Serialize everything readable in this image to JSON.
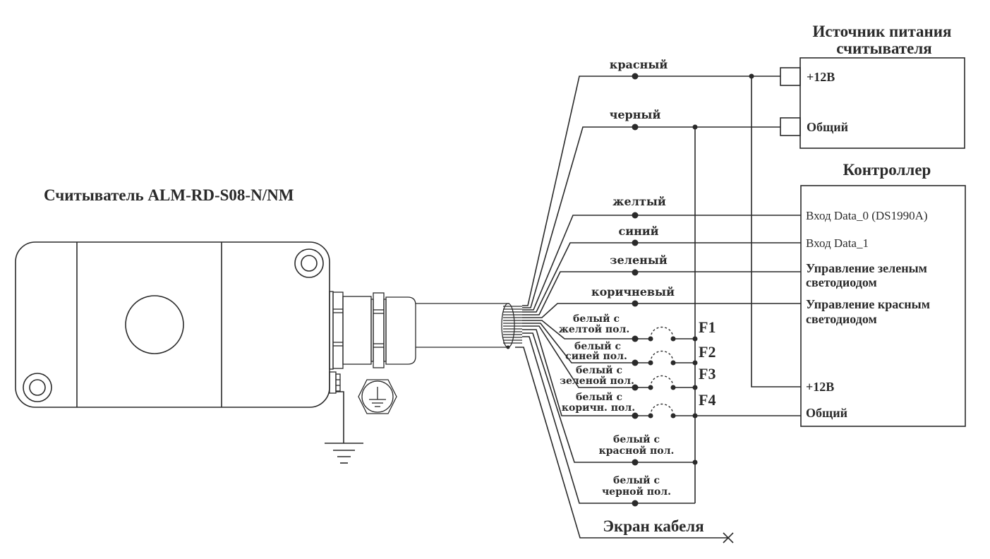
{
  "reader": {
    "title": "Считыватель ALM-RD-S08-N/NM"
  },
  "power_supply": {
    "title_line1": "Источник питания",
    "title_line2": "считывателя",
    "terminals": [
      "+12В",
      "Общий"
    ]
  },
  "controller": {
    "title": "Контроллер",
    "terminals": [
      "Вход Data_0 (DS1990A)",
      "Вход Data_1",
      "Управление зеленым",
      "светодиодом",
      "Управление красным",
      "светодиодом",
      "+12В",
      "Общий"
    ]
  },
  "wires": {
    "red": "красный",
    "black": "черный",
    "yellow": "желтый",
    "blue": "синий",
    "green": "зеленый",
    "brown": "коричневый",
    "white_yellow": [
      "белый с",
      "желтой пол."
    ],
    "white_blue": [
      "белый с",
      "синей пол."
    ],
    "white_green": [
      "белый с",
      "зеленой пол."
    ],
    "white_brown": [
      "белый с",
      "коричн. пол."
    ],
    "white_red": [
      "белый с",
      "красной пол."
    ],
    "white_black": [
      "белый с",
      "черной пол."
    ],
    "shield": "Экран кабеля"
  },
  "fuses": [
    "F1",
    "F2",
    "F3",
    "F4"
  ]
}
